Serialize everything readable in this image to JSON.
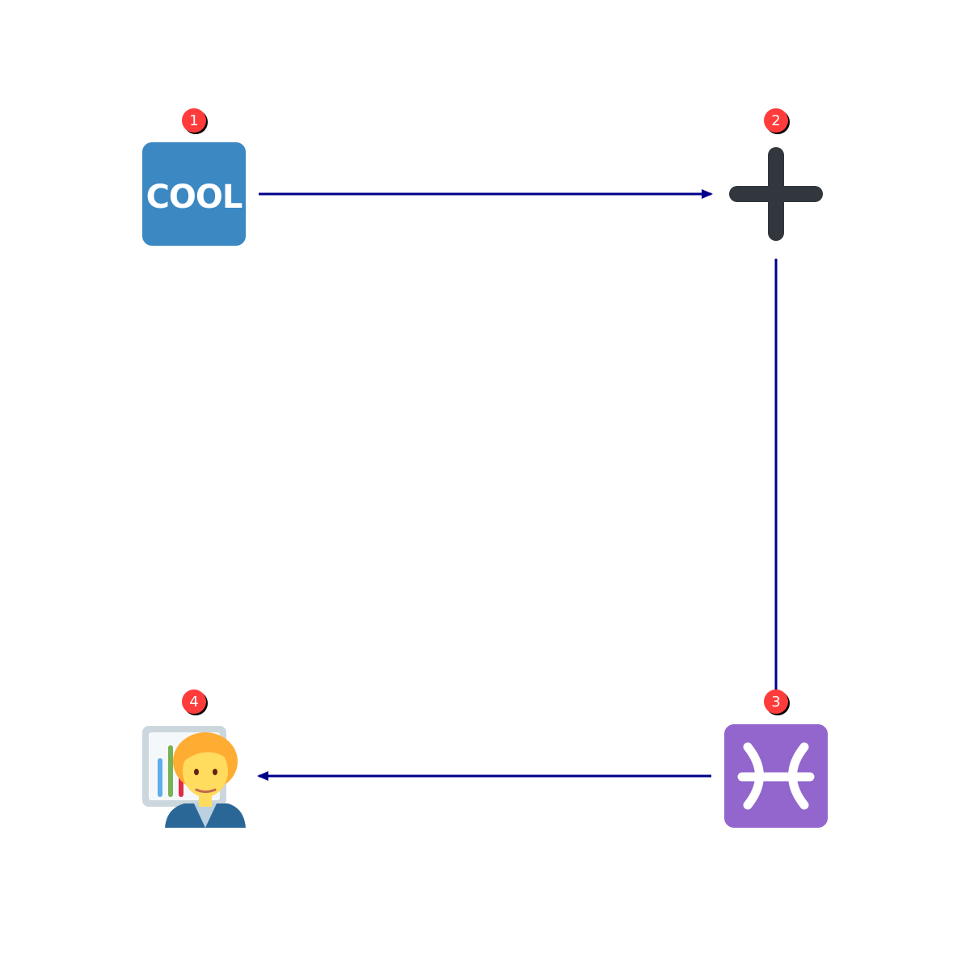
{
  "colors": {
    "edge": "#00008b",
    "badge_fill": "#ff3b3b",
    "badge_shadow": "#000000",
    "badge_text": "#ffffff"
  },
  "nodes": [
    {
      "id": "1",
      "badge": "1",
      "icon": "cool-button-icon",
      "text": "COOL",
      "fill": "#3b88c3"
    },
    {
      "id": "2",
      "badge": "2",
      "icon": "heavy-plus-sign-icon",
      "fill": "#31373d"
    },
    {
      "id": "3",
      "badge": "3",
      "icon": "pisces-icon",
      "fill": "#9266cc"
    },
    {
      "id": "4",
      "badge": "4",
      "icon": "office-worker-icon"
    }
  ],
  "edges": [
    {
      "from": "1",
      "to": "2",
      "arrow": true
    },
    {
      "from": "2",
      "to": "3",
      "arrow": false
    },
    {
      "from": "3",
      "to": "4",
      "arrow": true
    }
  ]
}
